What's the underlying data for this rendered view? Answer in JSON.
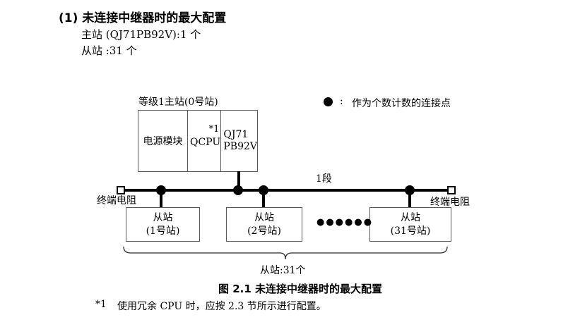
{
  "document": {
    "heading": "(1) 未连接中继器时的最大配置",
    "master_count_line": "主站 (QJ71PB92V):1 个",
    "slave_count_line": "从站 :31 个",
    "caption": "图 2.1 未连接中继器时的最大配置",
    "footnote_marker": "*1",
    "footnote_text": "使用冗余 CPU 时，应按 2.3 节所示进行配置。"
  },
  "legend": {
    "colon": ":",
    "label": "作为个数计数的连接点"
  },
  "diagram": {
    "master_label": "等级1主站(0号站)",
    "master_cells": {
      "power": "电源模块",
      "cpu": "QCPU",
      "cpu_note": "*1",
      "module_line1": "QJ71",
      "module_line2": "PB92V"
    },
    "segment_label": "1段",
    "terminator_left_label": "终端电阻",
    "terminator_right_label": "终端电阻",
    "slaves": [
      {
        "line1": "从站",
        "line2": "(1号站)"
      },
      {
        "line1": "从站",
        "line2": "(2号站)"
      },
      {
        "line1": "从站",
        "line2": "(31号站)"
      }
    ],
    "ellipsis": "●●●●●●",
    "brace_label": "从站:31个"
  },
  "colors": {
    "box_border": "#595959",
    "line": "#000000",
    "text": "#000000"
  }
}
